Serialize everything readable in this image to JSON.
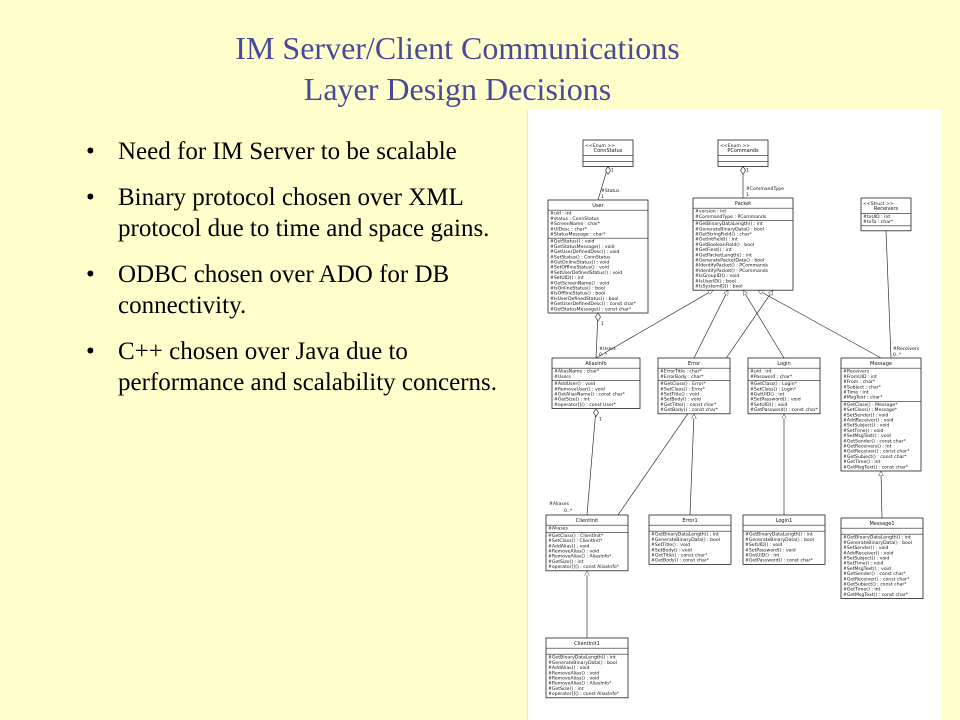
{
  "slide": {
    "title_line1": "IM Server/Client Communications",
    "title_line2": "Layer Design Decisions",
    "bullets": [
      "Need for IM Server to be scalable",
      "Binary protocol chosen over XML protocol due to time and space  gains.",
      "ODBC chosen over ADO for DB connectivity.",
      "C++ chosen over Java due to performance and scalability concerns."
    ]
  },
  "diagram": {
    "classes": {
      "connstatus": {
        "stereotype": "<<Enum >>",
        "name": "ConnStatus"
      },
      "pcommands": {
        "stereotype": "<<Enum >>",
        "name": "PCommands"
      },
      "receivers": {
        "stereotype": "<<Struct >>",
        "name": "Receivers",
        "attrs": [
          "#toUID : int",
          "#toTo : char*"
        ]
      },
      "user": {
        "name": "User",
        "attrs": [
          "#uid : int",
          "#status : ConnStatus",
          "#ScreenName : char*",
          "#UIDesc : char*",
          "#StatusMessage : char*"
        ],
        "ops": [
          "#GetStatus() : void",
          "#GetStatusMessage() : void",
          "#GetUserDefinedDesc() : void",
          "#SetStatus() : ConnStatus",
          "#GetOnlineStatus() : void",
          "#SetOfflineStatus() : void",
          "#SetUserDefinedStatus() : void",
          "#SetUID() : int",
          "#GetScreenName() : void",
          "#IsOnlineStatus() : bool",
          "#IsOfflineStatus() : bool",
          "#IsUserDefinedStatus() : bool",
          "#GetUserDefinedDesc() : const char*",
          "#GetStatusMessage() : const char*"
        ]
      },
      "packet": {
        "name": "Packet",
        "attrs": [
          "#version : int",
          "#CommandType : PCommands"
        ],
        "ops": [
          "#GetBinaryDataLength() : int",
          "#GenerateBinaryData() : bool",
          "#GetStringField() : char*",
          "#GetIntField() : int",
          "#GetBooleanField() : bool",
          "#GetField() : int",
          "#GetPacketLength() : int",
          "#GeneratePacketData() : bool",
          "#IdentifyPacket() : PCommands",
          "#IdentifyPacket() : PCommands",
          "#IsGroupID() : void",
          "#IsUserID() : bool",
          "#IsSystemID() : bool"
        ]
      },
      "aliasinfo": {
        "name": "AliasInfo",
        "attrs": [
          "#AliasName : char*",
          "#Users"
        ],
        "ops": [
          "#AddUser() : void",
          "#RemoveUser() : void",
          "#GetAliasName() : const char*",
          "#GetSize() : int",
          "#operator[]() : const User*"
        ]
      },
      "error": {
        "name": "Error",
        "attrs": [
          "#ErrorTitle : char*",
          "#ErrorBody : char*"
        ],
        "ops": [
          "#GetClass() : Error*",
          "#SetClass() : Error*",
          "#SetTitle() : void",
          "#SetBody() : void",
          "#GetTitle() : const char*",
          "#GetBody() : const char*"
        ]
      },
      "login": {
        "name": "Login",
        "attrs": [
          "#uid : int",
          "#Password : char*"
        ],
        "ops": [
          "#GetClass() : Login*",
          "#SetClass() : Login*",
          "#GetUID() : int",
          "#SetPassword() : void",
          "#SetUID() : void",
          "#GetPassword() : const char*"
        ]
      },
      "message": {
        "name": "Message",
        "attrs": [
          "#Receivers",
          "#FromUID : int",
          "#From : char*",
          "#Subject : char*",
          "#Time : int",
          "#MsgText : char*"
        ],
        "ops": [
          "#GetClass() : Message*",
          "#SetClass() : Message*",
          "#SetSender() : void",
          "#AddReceiver() : void",
          "#SetSubject() : void",
          "#SetTime() : void",
          "#SetMsgText() : void",
          "#GetSender() : const char*",
          "#GetReceivers() : int",
          "#GetReceiver() : const char*",
          "#GetSubject() : const char*",
          "#GetTime() : int",
          "#GetMsgText() : const char*"
        ]
      },
      "clientinit": {
        "name": "ClientInit",
        "attrs": [
          "#Aliases"
        ],
        "ops": [
          "#GetClass() : ClientInit*",
          "#SetClass() : ClientInit*",
          "#AddAlias() : void",
          "#RemoveAlias() : void",
          "#RemoveAlias() : AliasInfo*",
          "#GetSize() : int",
          "#operator[]() : const AliasInfo*"
        ]
      },
      "error1": {
        "name": "Error1",
        "ops": [
          "#GetBinaryDataLength() : int",
          "#GenerateBinaryData() : bool",
          "#SetTitle() : void",
          "#SetBody() : void",
          "#GetTitle() : const char*",
          "#GetBody() : const char*"
        ]
      },
      "login1": {
        "name": "Login1",
        "ops": [
          "#GetBinaryDataLength() : int",
          "#GenerateBinaryData() : bool",
          "#SetUID() : void",
          "#SetPassword() : void",
          "#GetUID() : int",
          "#GetPassword() : const char*"
        ]
      },
      "message1": {
        "name": "Message1",
        "ops": [
          "#GetBinaryDataLength() : int",
          "#GenerateBinaryData() : bool",
          "#SetSender() : void",
          "#AddReceiver() : void",
          "#SetSubject() : void",
          "#SetTime() : void",
          "#SetMsgText() : void",
          "#GetSender() : const char*",
          "#GetReceiver() : const char*",
          "#GetSubject() : const char*",
          "#GetTime() : int",
          "#GetMsgText() : const char*"
        ]
      },
      "clientinit1": {
        "name": "ClientInit1",
        "ops": [
          "#GetBinaryDataLength() : int",
          "#GenerateBinaryData() : bool",
          "#AddAlias() : void",
          "#RemoveAlias() : void",
          "#RemoveAlias() : void",
          "#RemoveAlias() : AliasInfo*",
          "#GetSize() : int",
          "#operator[]() : const AliasInfo*"
        ]
      }
    },
    "labels": {
      "status": "#Status",
      "status_mult": "1",
      "cmdtype": "#CommandType",
      "cmdtype_mult": "1",
      "users": "#Users",
      "users_mult": "0..*",
      "receivers": "#Receivers",
      "receivers_mult": "0..*",
      "aliases": "#Aliases",
      "aliases_mult": "0..*",
      "one": "1"
    }
  }
}
